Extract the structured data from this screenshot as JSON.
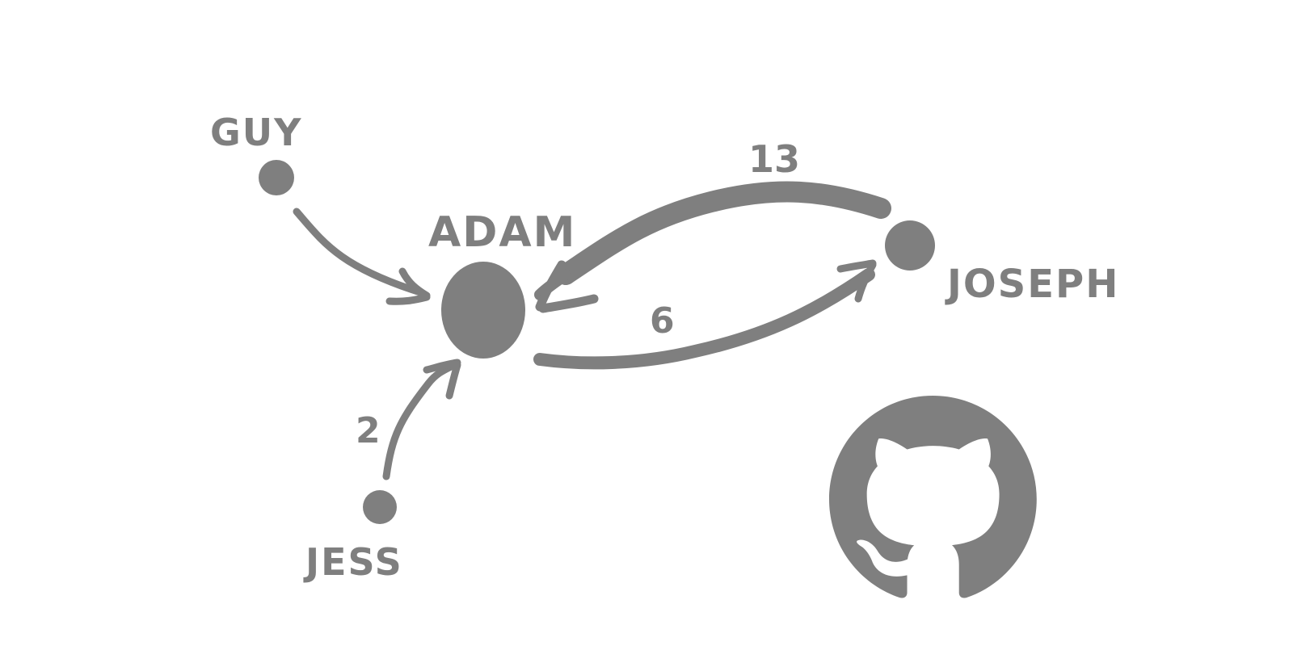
{
  "colors": {
    "ink": "#7f7f7f",
    "background": "#ffffff"
  },
  "nodes": {
    "adam": "ADAM",
    "guy": "GUY",
    "jess": "JESS",
    "joseph": "JOSEPH"
  },
  "edges": [
    {
      "from": "GUY",
      "to": "ADAM",
      "weight": ""
    },
    {
      "from": "JESS",
      "to": "ADAM",
      "weight": "2"
    },
    {
      "from": "JOSEPH",
      "to": "ADAM",
      "weight": "13"
    },
    {
      "from": "ADAM",
      "to": "JOSEPH",
      "weight": "6"
    }
  ],
  "logo": {
    "icon": "github-octocat-icon"
  }
}
